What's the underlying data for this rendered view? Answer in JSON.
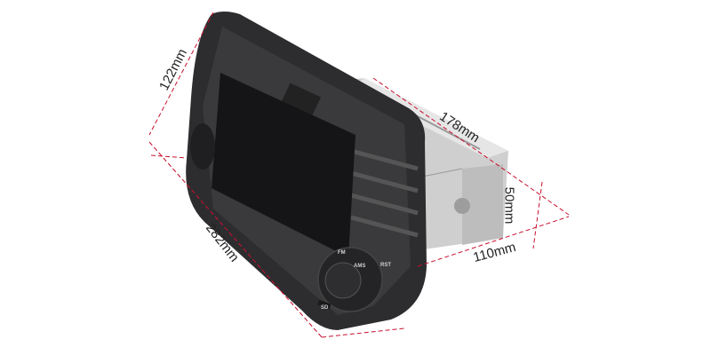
{
  "dimensions": {
    "height": "122mm",
    "width": "282mm",
    "depth_box": "178mm",
    "box_height": "50mm",
    "box_width": "110mm"
  },
  "buttons": {
    "fm": "FM",
    "ams": "AMS",
    "rst": "RST",
    "sd": "SD"
  },
  "colors": {
    "dimension_line": "#c8102e",
    "bezel": "#2b2b2d",
    "screen": "#141416",
    "chassis": "#d4d4d4"
  }
}
